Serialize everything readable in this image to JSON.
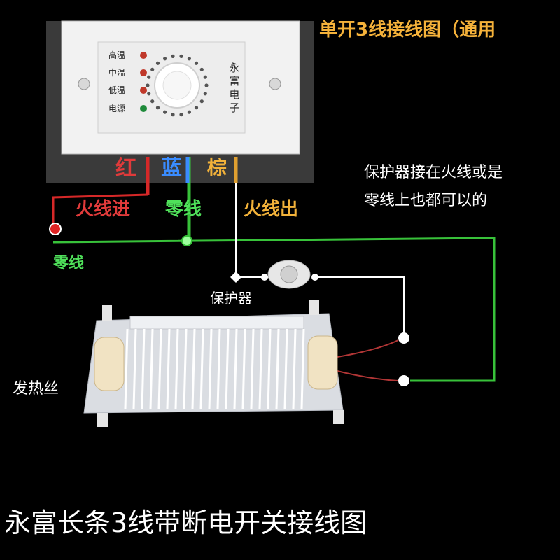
{
  "header": {
    "title": "单开3线接线图（通用"
  },
  "panel": {
    "indicators": [
      {
        "label": "高温",
        "color": "#c0392b"
      },
      {
        "label": "中温",
        "color": "#c0392b"
      },
      {
        "label": "低温",
        "color": "#c0392b"
      },
      {
        "label": "电源",
        "color": "#1e8a3a"
      }
    ],
    "brand": "永富电子"
  },
  "wires": {
    "red": {
      "label": "红",
      "color": "#e03a3a"
    },
    "blue": {
      "label": "蓝",
      "color": "#3a8cff"
    },
    "brown": {
      "label": "棕",
      "color": "#f2b23a"
    }
  },
  "labels": {
    "live_in": "火线进",
    "neutral": "零线",
    "live_out": "火线出",
    "neutral_main": "零线",
    "protector": "保护器",
    "heater": "发热丝"
  },
  "note": {
    "line1": "保护器接在火线或是",
    "line2": "零线上也都可以的"
  },
  "footer": {
    "title": "永富长条3线带断电开关接线图"
  },
  "colors": {
    "green_wire": "#38c23a",
    "red_wire": "#d62828",
    "white_wire": "#ffffff",
    "background": "#000000"
  }
}
